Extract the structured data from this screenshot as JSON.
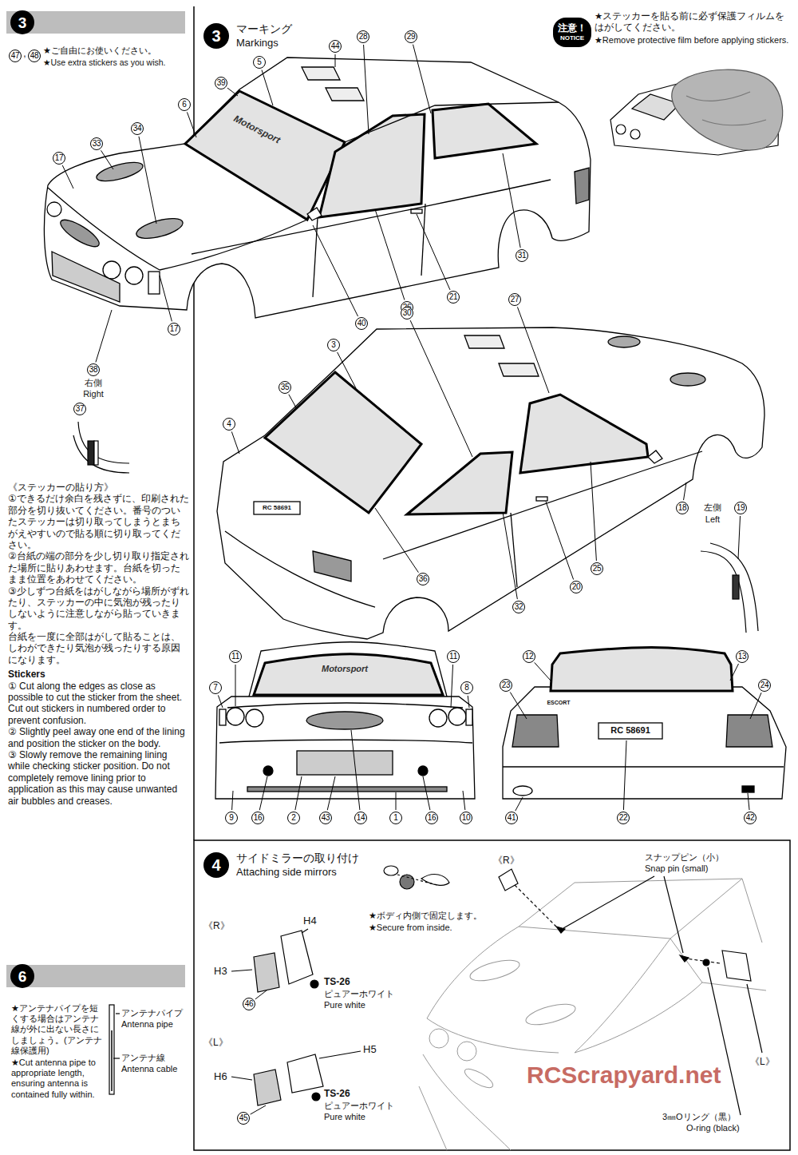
{
  "diagram": {
    "nodes": [
      {
        "text": [
          "3"
        ]
      },
      {
        "text": [
          "3",
          "マーキング",
          "Markings"
        ]
      },
      {
        "text": [
          "注意！",
          "NOTICE"
        ]
      },
      {
        "text": [
          "4",
          "サイドミラーの取り付け",
          "Attaching side mirrors"
        ]
      },
      {
        "text": [
          "6"
        ]
      }
    ],
    "labels": [
      "47",
      ",",
      "48",
      "★ご自由にお使いください。",
      "★Use extra stickers as you wish.",
      "44",
      "28",
      "29",
      "5",
      "39",
      "6",
      "34",
      "33",
      "17",
      "17",
      "38",
      "右側",
      "Right",
      "37",
      "40",
      "26",
      "21",
      "31",
      "Motorsport",
      "27",
      "30",
      "3",
      "35",
      "4",
      "RC 58691",
      "18",
      "左側",
      "Left",
      "19",
      "25",
      "20",
      "32",
      "36",
      "Motorsport",
      "11",
      "11",
      "7",
      "8",
      "9",
      "16",
      "2",
      "43",
      "14",
      "1",
      "16",
      "10",
      "12",
      "13",
      "23",
      "24",
      "ESCORT",
      "RC 58691",
      "41",
      "22",
      "42",
      "★ステッカーを貼る前に必ず保護フィルムをはがしてください。",
      "★Remove protective film before applying stickers.",
      "《ステッカーの貼り方》",
      "①できるだけ余白を残さずに、印刷された部分を切り抜いてください。番号のついたステッカーは切り取ってしまうとまちがえやすいので貼る順に切り取ってください。",
      "②台紙の端の部分を少し切り取り指定された場所に貼りあわせます。台紙を切ったまま位置をあわせてください。",
      "③少しずつ台紙をはがしながら場所がずれたり、ステッカーの中に気泡が残ったりしないように注意しながら貼っていきます。",
      "台紙を一度に全部はがして貼ることは、しわができたり気泡が残ったりする原因になります。",
      "Stickers",
      "① Cut along the edges as close as possible to cut the sticker from the sheet. Cut out stickers in numbered order to prevent confusion.",
      "② Slightly peel away one end of the lining and position the sticker on the body.",
      "③ Slowly remove the remaining lining while checking sticker position. Do not completely remove lining prior to application as this may cause unwanted air bubbles and creases.",
      "★アンテナパイプを短くする場合はアンテナ線が外に出ない長さにしましょう。(アンテナ線保護用)",
      "★Cut antenna pipe to appropriate length, ensuring antenna is contained fully within.",
      "アンテナパイプ",
      "Antenna pipe",
      "アンテナ線",
      "Antenna cable",
      "《R》",
      "H4",
      "H3",
      "46",
      "TS-26",
      "ピュアーホワイト",
      "Pure white",
      "《L》",
      "H5",
      "H6",
      "45",
      "TS-26",
      "ピュアーホワイト",
      "Pure white",
      "★ボディ内側で固定します。",
      "★Secure from inside.",
      "《R》",
      "スナップピン（小）",
      "Snap pin (small)",
      "《L》",
      "3㎜Oリング（黒）",
      "O-ring (black)",
      "RCScrapyard.net"
    ]
  }
}
